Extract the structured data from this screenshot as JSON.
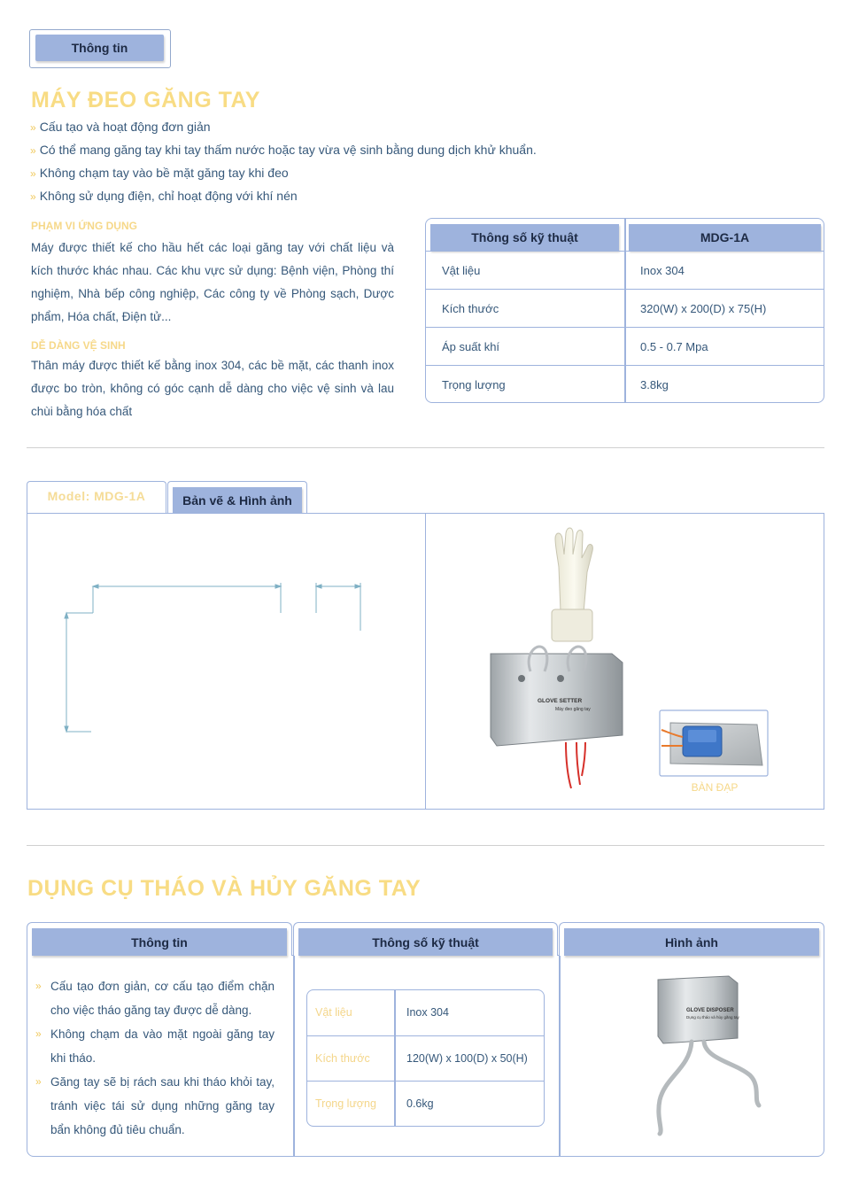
{
  "top_tab": {
    "label": "Thông tin"
  },
  "section1": {
    "title": "MÁY ĐEO GĂNG TAY",
    "bullets": [
      "Cấu tạo và hoạt động đơn giản",
      "Có thể mang găng tay khi tay thấm nước hoặc tay vừa vệ sinh bằng dung dịch khử khuẩn.",
      "Không chạm tay vào bề mặt găng tay khi đeo",
      "Không sử dụng điện, chỉ hoạt động với khí nén"
    ],
    "bullet_marker": "»",
    "scope_heading": "PHẠM VI ỨNG DỤNG",
    "scope_text": "Máy được thiết kế cho hầu hết các loại găng tay với chất liệu và kích thước khác nhau. Các khu vực sử dụng: Bệnh viện, Phòng thí nghiệm, Nhà bếp công nghiệp, Các công ty về Phòng sạch, Dược phẩm, Hóa chất, Điện tử...",
    "clean_heading": "DỄ DÀNG VỆ SINH",
    "clean_text": "Thân máy được thiết kế bằng inox 304, các bề mặt, các thanh inox được bo tròn, không có góc cạnh dễ dàng cho việc vệ sinh và lau chùi bằng hóa chất",
    "spec": {
      "header_left": "Thông số kỹ thuật",
      "header_right": "MDG-1A",
      "rows": [
        {
          "key": "Vật liệu",
          "value": "Inox 304"
        },
        {
          "key": "Kích thước",
          "value": "320(W) x 200(D) x 75(H)"
        },
        {
          "key": "Áp suất khí",
          "value": "0.5 - 0.7 Mpa"
        },
        {
          "key": "Trọng lượng",
          "value": "3.8kg"
        }
      ]
    }
  },
  "model_tabs": {
    "model_label": "Model: MDG-1A",
    "drawing_label": "Bản vẽ & Hình ảnh"
  },
  "product_image": {
    "device_text_line1": "GLOVE SETTER",
    "device_text_line2": "Máy đeo găng tay",
    "pedal_caption": "BÀN ĐẠP"
  },
  "section2": {
    "title": "DỤNG CỤ THÁO VÀ HỦY GĂNG TAY",
    "headers": {
      "info": "Thông tin",
      "spec": "Thông số kỹ thuật",
      "image": "Hình ảnh"
    },
    "bullets": [
      "Cấu tạo đơn giản, cơ cấu tạo điểm chặn cho việc tháo găng tay được dễ dàng.",
      "Không chạm da vào mặt ngoài găng tay khi tháo.",
      "Găng tay sẽ bị rách sau khi tháo khỏi tay, tránh việc tái sử dụng những găng tay bẩn không đủ tiêu chuẩn."
    ],
    "spec_rows": [
      {
        "key": "Vật liệu",
        "value": "Inox 304"
      },
      {
        "key": "Kích thước",
        "value": "120(W) x 100(D) x 50(H)"
      },
      {
        "key": "Trọng lượng",
        "value": "0.6kg"
      }
    ],
    "device_text_line1": "GLOVE DISPOSER",
    "device_text_line2": "Dụng cụ tháo và hủy găng tay"
  },
  "colors": {
    "accent_blue": "#9eb3dd",
    "title_yellow": "#f8dc84",
    "body_text": "#36587a"
  }
}
